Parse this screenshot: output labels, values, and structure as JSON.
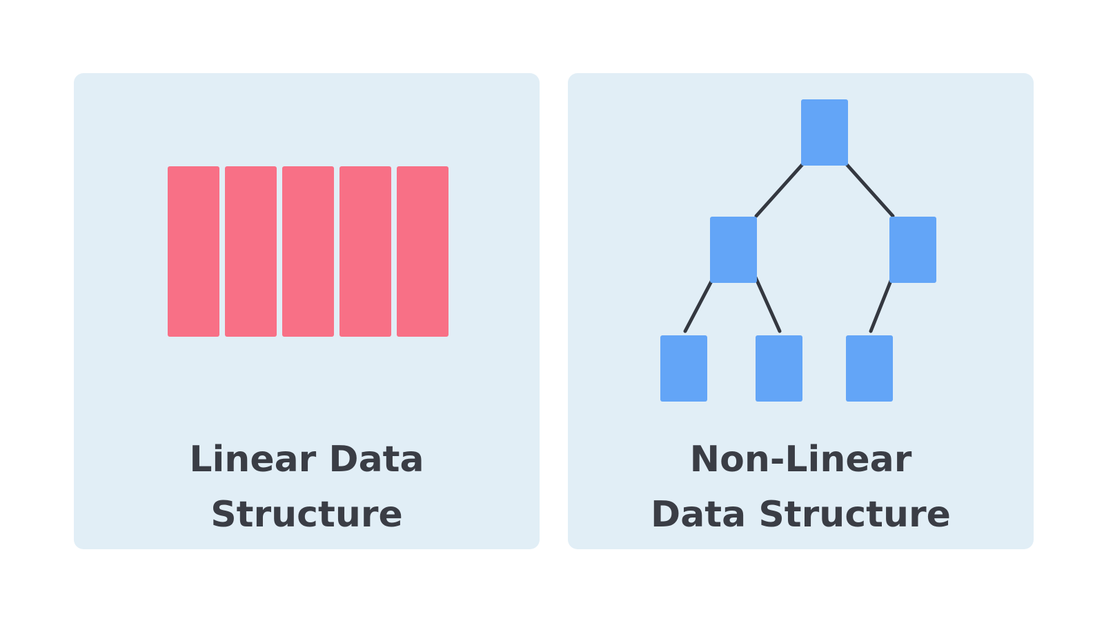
{
  "colors": {
    "background": "#ffffff",
    "card": "#e1eef6",
    "array_cell": "#f87086",
    "tree_node": "#63a5f7",
    "edge": "#343840",
    "text": "#3a3d45"
  },
  "linear": {
    "title_line1": "Linear Data",
    "title_line2": "Structure",
    "cell_count": 5
  },
  "nonlinear": {
    "title_line1": "Non-Linear",
    "title_line2": "Data Structure",
    "tree": {
      "nodes": [
        "root",
        "left",
        "right",
        "left-left",
        "left-right",
        "right-left"
      ],
      "edges": [
        [
          "root",
          "left"
        ],
        [
          "root",
          "right"
        ],
        [
          "left",
          "left-left"
        ],
        [
          "left",
          "left-right"
        ],
        [
          "right",
          "right-left"
        ]
      ]
    }
  }
}
